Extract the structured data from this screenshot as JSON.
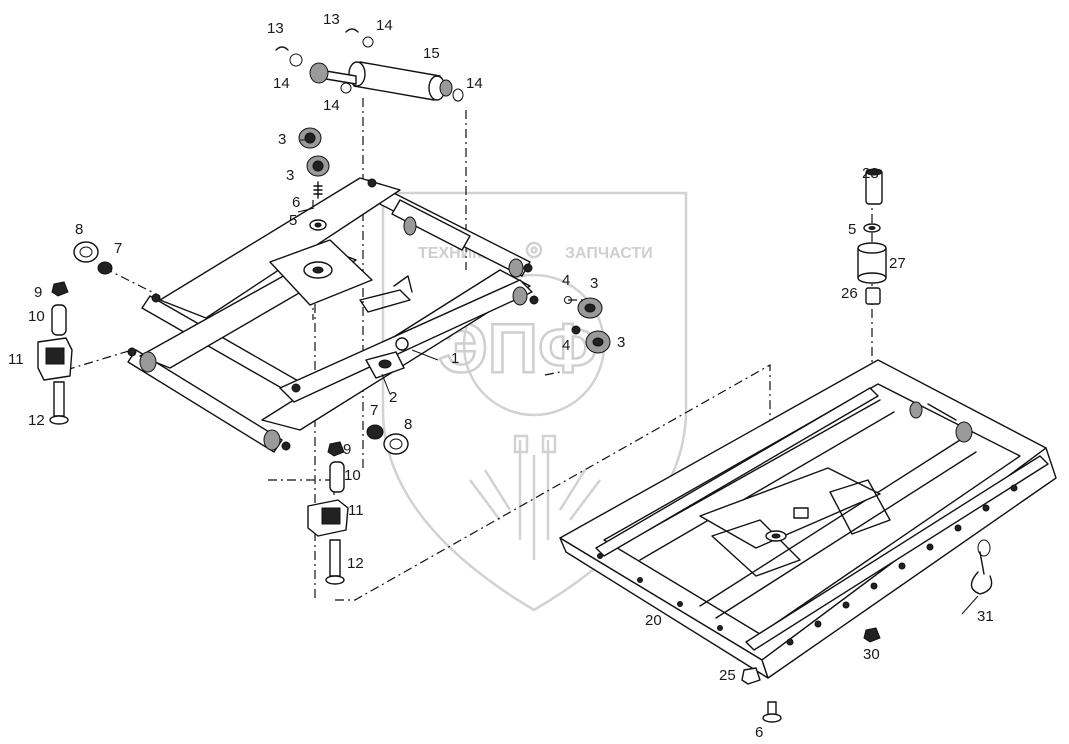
{
  "watermark": {
    "left_text": "ТЕХНИКА",
    "right_text": "ЗАПЧАСТИ",
    "big_text": "ЭПФ"
  },
  "callouts": [
    {
      "id": "c13a",
      "text": "13"
    },
    {
      "id": "c14a",
      "text": "14"
    },
    {
      "id": "c13b",
      "text": "13"
    },
    {
      "id": "c14b",
      "text": "14"
    },
    {
      "id": "c15",
      "text": "15"
    },
    {
      "id": "c14c",
      "text": "14"
    },
    {
      "id": "c14d",
      "text": "14"
    },
    {
      "id": "c3a",
      "text": "3"
    },
    {
      "id": "c3b",
      "text": "3"
    },
    {
      "id": "c6a",
      "text": "6"
    },
    {
      "id": "c5a",
      "text": "5"
    },
    {
      "id": "c8a",
      "text": "8"
    },
    {
      "id": "c7a",
      "text": "7"
    },
    {
      "id": "c9a",
      "text": "9"
    },
    {
      "id": "c10a",
      "text": "10"
    },
    {
      "id": "c11a",
      "text": "11"
    },
    {
      "id": "c12a",
      "text": "12"
    },
    {
      "id": "c4a",
      "text": "4"
    },
    {
      "id": "c3c",
      "text": "3"
    },
    {
      "id": "c4b",
      "text": "4"
    },
    {
      "id": "c3d",
      "text": "3"
    },
    {
      "id": "c1",
      "text": "1"
    },
    {
      "id": "c2",
      "text": "2"
    },
    {
      "id": "c7b",
      "text": "7"
    },
    {
      "id": "c8b",
      "text": "8"
    },
    {
      "id": "c9b",
      "text": "9"
    },
    {
      "id": "c10b",
      "text": "10"
    },
    {
      "id": "c11b",
      "text": "11"
    },
    {
      "id": "c12b",
      "text": "12"
    },
    {
      "id": "c28",
      "text": "28"
    },
    {
      "id": "c5b",
      "text": "5"
    },
    {
      "id": "c27",
      "text": "27"
    },
    {
      "id": "c26",
      "text": "26"
    },
    {
      "id": "c20",
      "text": "20"
    },
    {
      "id": "c31",
      "text": "31"
    },
    {
      "id": "c30",
      "text": "30"
    },
    {
      "id": "c25",
      "text": "25"
    },
    {
      "id": "c6b",
      "text": "6"
    }
  ]
}
